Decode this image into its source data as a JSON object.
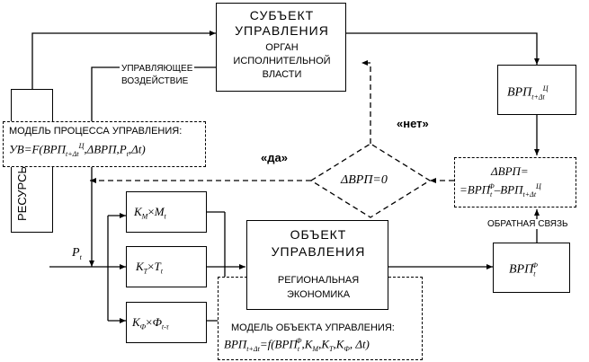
{
  "subject": {
    "title_line1": "СУБЪЕКТ",
    "title_line2": "УПРАВЛЕНИЯ",
    "body_line1": "ОРГАН",
    "body_line2": "ИСПОЛНИТЕЛЬНОЙ",
    "body_line3": "ВЛАСТИ"
  },
  "control_action": {
    "line1": "УПРАВЛЯЮЩЕЕ",
    "line2": "ВОЗДЕЙСТВИЕ"
  },
  "resources": {
    "label": "РЕСУРСЫ"
  },
  "control_model": {
    "title": "МОДЕЛЬ ПРОЦЕССА УПРАВЛЕНИЯ:",
    "formula_a": "УВ=F(ВРП",
    "formula_a_sub": "t+Δt",
    "formula_a_sup": "Ц",
    "formula_b": ",ΔВРП,P",
    "formula_b_sub": "t",
    "formula_c": ",Δt)"
  },
  "grp_target": {
    "main": "ВРП",
    "sub": "t+Δt",
    "sup": "Ц"
  },
  "answer_no": "«нет»",
  "answer_yes": "«да»",
  "decision": {
    "label": "ΔВРП=0"
  },
  "delta_grp": {
    "line1": "ΔВРП=",
    "line2_a": "=ВРП",
    "line2_a_sub": "t",
    "line2_a_sup": "Ф",
    "line2_b": "–ВРП",
    "line2_b_sub": "t+Δt",
    "line2_b_sup": "Ц"
  },
  "feedback": "ОБРАТНАЯ СВЯЗЬ",
  "factors": [
    {
      "k": "K",
      "k_sub": "M",
      "op": "×",
      "v": "M",
      "v_sub": "t"
    },
    {
      "k": "K",
      "k_sub": "T",
      "op": "×",
      "v": "T",
      "v_sub": "t"
    },
    {
      "k": "K",
      "k_sub": "Ф",
      "op": "×",
      "v": "Ф",
      "v_sub": "t-τ"
    }
  ],
  "input_p": {
    "main": "P",
    "sub": "t"
  },
  "object": {
    "title_line1": "ОБЪЕКТ",
    "title_line2": "УПРАВЛЕНИЯ",
    "body_line1": "РЕГИОНАЛЬНАЯ",
    "body_line2": "ЭКОНОМИКА"
  },
  "grp_actual": {
    "main": "ВРП",
    "sub": "t",
    "sup": "Ф"
  },
  "object_model": {
    "title": "МОДЕЛЬ ОБЪЕКТА УПРАВЛЕНИЯ:",
    "formula_a": "ВРП",
    "formula_a_sub": "t+Δt",
    "formula_b": "=f(ВРП",
    "formula_b_sub": "t",
    "formula_b_sup": "Ф",
    "formula_c": ",K",
    "formula_c_sub": "M",
    "formula_d": ",K",
    "formula_d_sub": "T",
    "formula_e": ",K",
    "formula_e_sub": "Ф",
    "formula_f": ", Δt)"
  }
}
